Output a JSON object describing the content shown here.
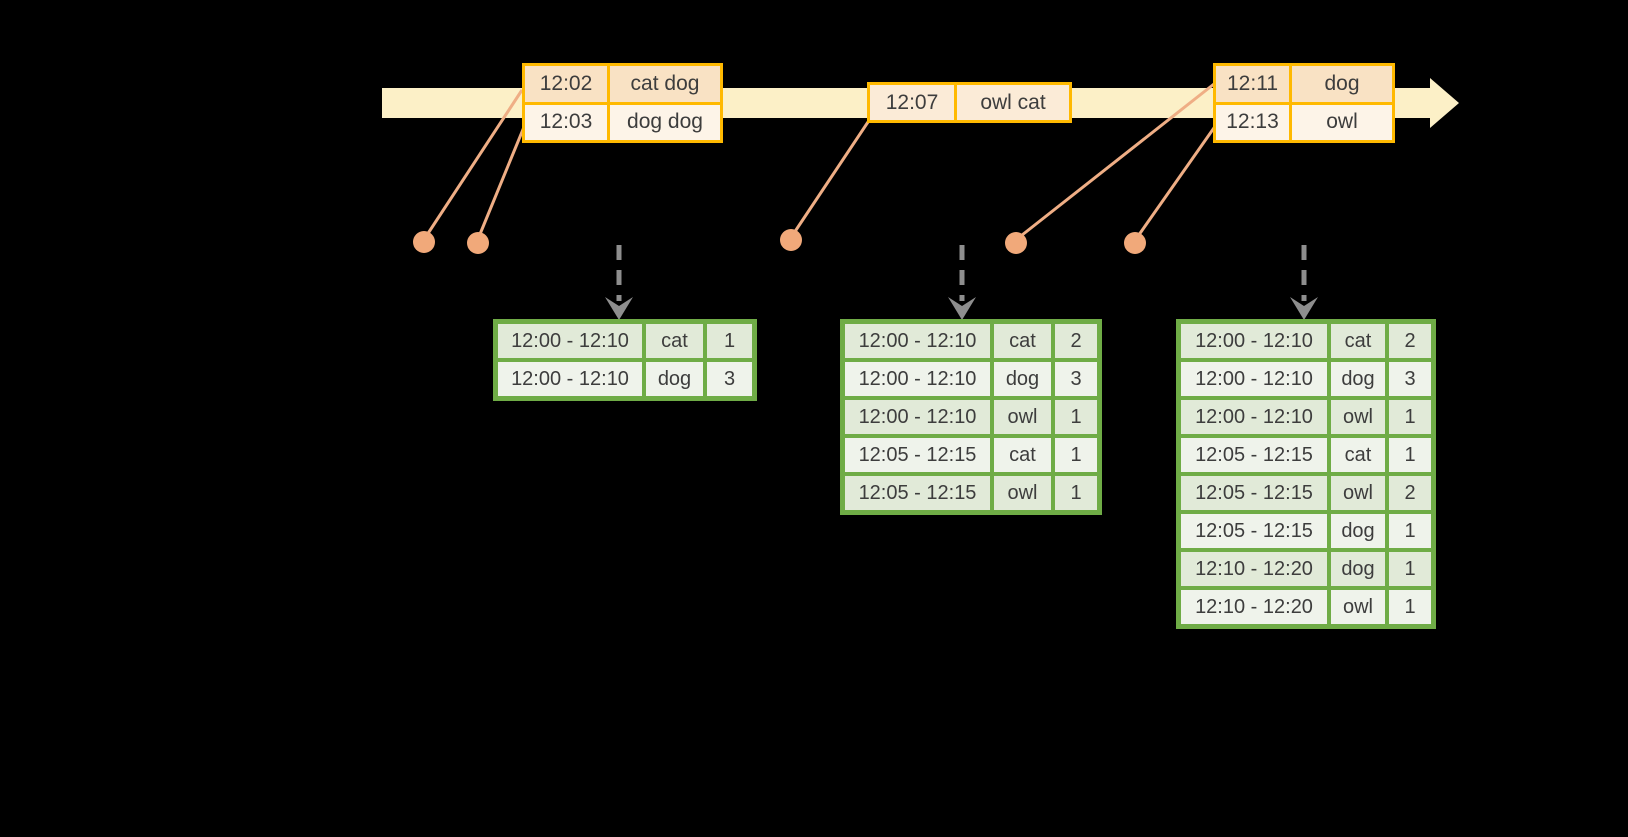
{
  "colors": {
    "background": "#000000",
    "timeline_band": "#FCF0C7",
    "event_border": "#FFB900",
    "event_row_dark": "#F9E2C4",
    "event_row_light": "#FDF4E8",
    "event_row_mid": "#FBEBD7",
    "connector_line": "#EFAE85",
    "event_dot": "#F1A97A",
    "trigger_arrow": "#8E8E8E",
    "table_border": "#6FAC46",
    "table_row_dark": "#E1EAD8",
    "table_row_light": "#EFF3EB",
    "text": "#3D3D3D"
  },
  "icons": {
    "timeline_arrowhead": "right-arrowhead",
    "trigger_arrowhead": "down-chevron-arrowhead",
    "event_dot": "filled-circle"
  },
  "events": [
    {
      "time": "12:02",
      "words": "cat dog"
    },
    {
      "time": "12:03",
      "words": "dog dog"
    },
    {
      "time": "12:07",
      "words": "owl cat"
    },
    {
      "time": "12:11",
      "words": "dog"
    },
    {
      "time": "12:13",
      "words": "owl"
    }
  ],
  "tables": [
    {
      "rows": [
        [
          "12:00 - 12:10",
          "cat",
          "1"
        ],
        [
          "12:00 - 12:10",
          "dog",
          "3"
        ]
      ]
    },
    {
      "rows": [
        [
          "12:00 - 12:10",
          "cat",
          "2"
        ],
        [
          "12:00 - 12:10",
          "dog",
          "3"
        ],
        [
          "12:00 - 12:10",
          "owl",
          "1"
        ],
        [
          "12:05 - 12:15",
          "cat",
          "1"
        ],
        [
          "12:05 - 12:15",
          "owl",
          "1"
        ]
      ]
    },
    {
      "rows": [
        [
          "12:00 - 12:10",
          "cat",
          "2"
        ],
        [
          "12:00 - 12:10",
          "dog",
          "3"
        ],
        [
          "12:00 - 12:10",
          "owl",
          "1"
        ],
        [
          "12:05 - 12:15",
          "cat",
          "1"
        ],
        [
          "12:05 - 12:15",
          "owl",
          "2"
        ],
        [
          "12:05 - 12:15",
          "dog",
          "1"
        ],
        [
          "12:10 - 12:20",
          "dog",
          "1"
        ],
        [
          "12:10 - 12:20",
          "owl",
          "1"
        ]
      ]
    }
  ]
}
